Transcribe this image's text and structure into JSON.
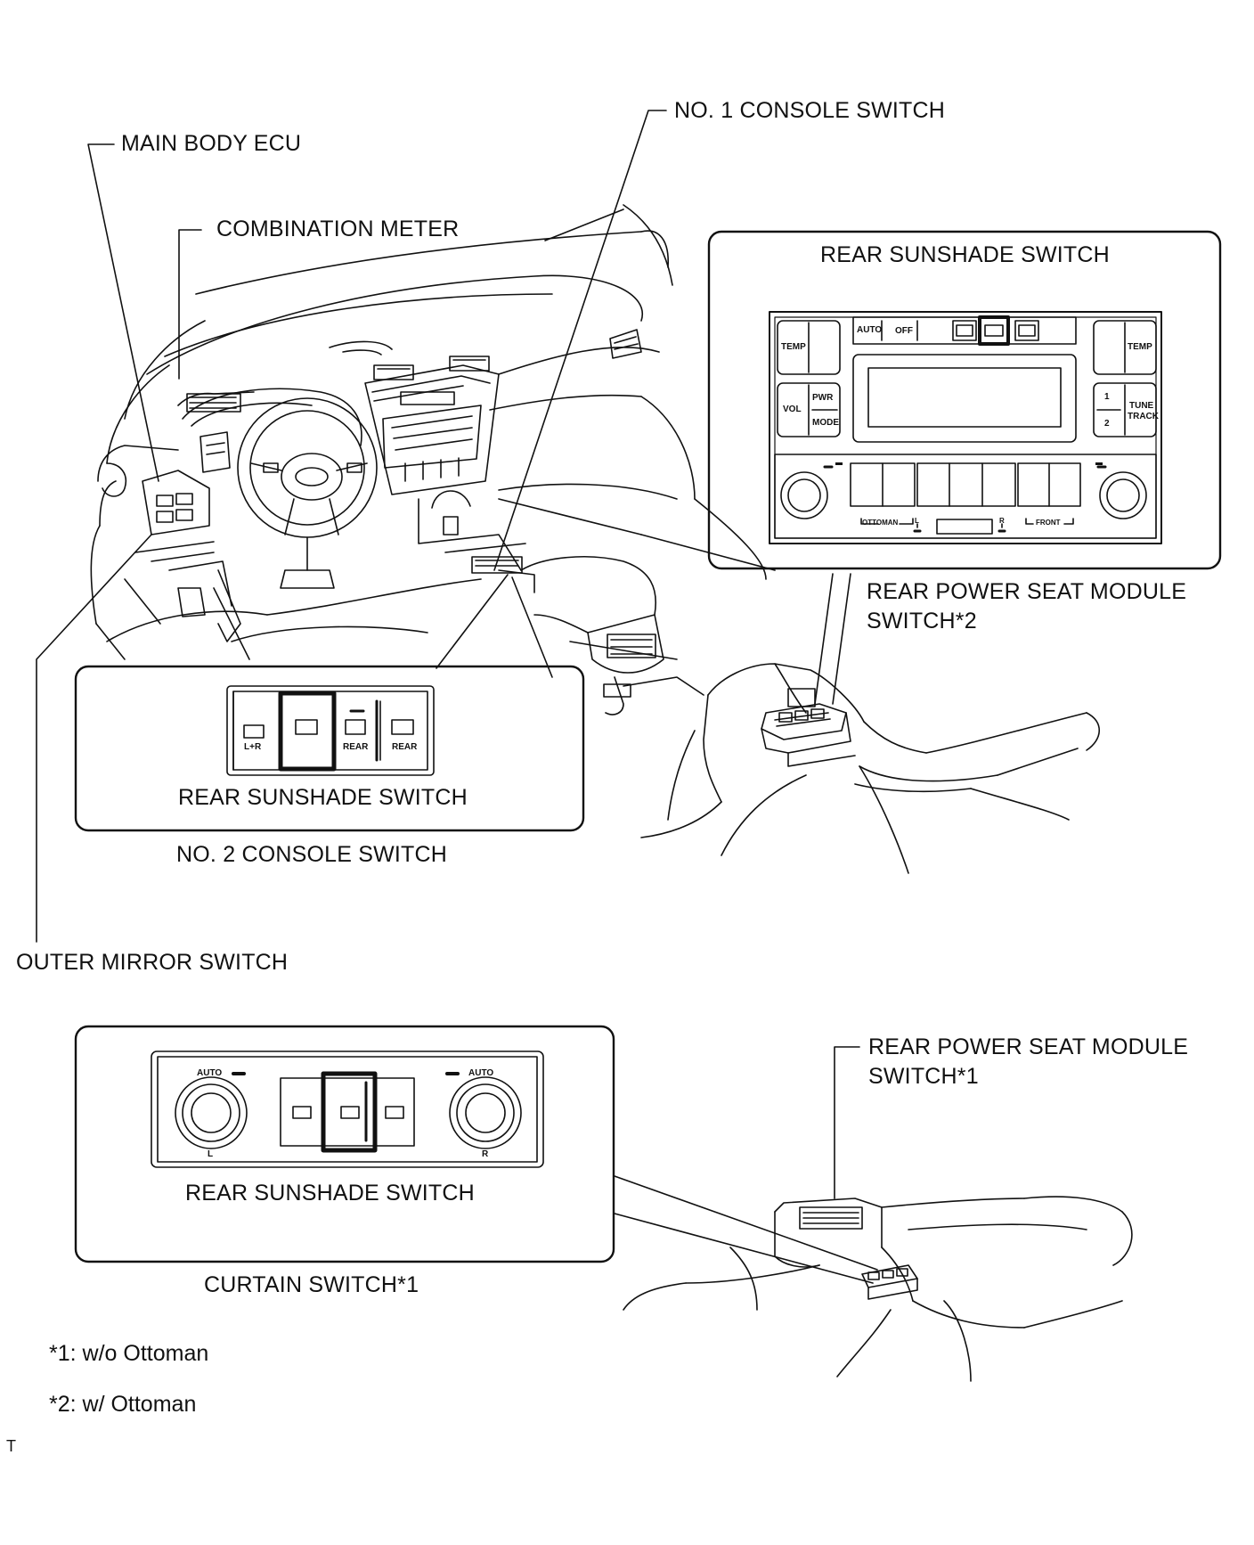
{
  "labels": {
    "main_body_ecu": "MAIN BODY ECU",
    "combination_meter": "COMBINATION METER",
    "no1_console_switch": "NO. 1 CONSOLE SWITCH",
    "rear_sunshade_switch": "REAR SUNSHADE SWITCH",
    "rear_power_seat_module_switch_2_line1": "REAR POWER SEAT MODULE",
    "rear_power_seat_module_switch_2_line2": "SWITCH*2",
    "no2_console_switch": "NO. 2 CONSOLE SWITCH",
    "outer_mirror_switch": "OUTER MIRROR SWITCH",
    "rear_power_seat_module_switch_1_line1": "REAR POWER SEAT MODULE",
    "rear_power_seat_module_switch_1_line2": "SWITCH*1",
    "curtain_switch_1": "CURTAIN SWITCH*1"
  },
  "panel_upper_right": {
    "title": "REAR SUNSHADE SWITCH",
    "auto": "AUTO",
    "off": "OFF",
    "temp_left": "TEMP",
    "temp_right": "TEMP",
    "vol": "VOL",
    "pwr": "PWR",
    "mode": "MODE",
    "one": "1",
    "two": "2",
    "tune": "TUNE",
    "track": "TRACK",
    "ottoman": "OTTOMAN",
    "front": "FRONT",
    "l": "L",
    "r": "R"
  },
  "panel_no2": {
    "title": "REAR SUNSHADE SWITCH",
    "lr": "L+R",
    "rear1": "REAR",
    "rear2": "REAR"
  },
  "panel_curtain": {
    "title": "REAR SUNSHADE SWITCH",
    "auto_left": "AUTO",
    "auto_right": "AUTO",
    "l": "L",
    "r": "R"
  },
  "footnotes": {
    "note1": "*1: w/o Ottoman",
    "note2": "*2: w/ Ottoman",
    "corner_mark": "T"
  }
}
